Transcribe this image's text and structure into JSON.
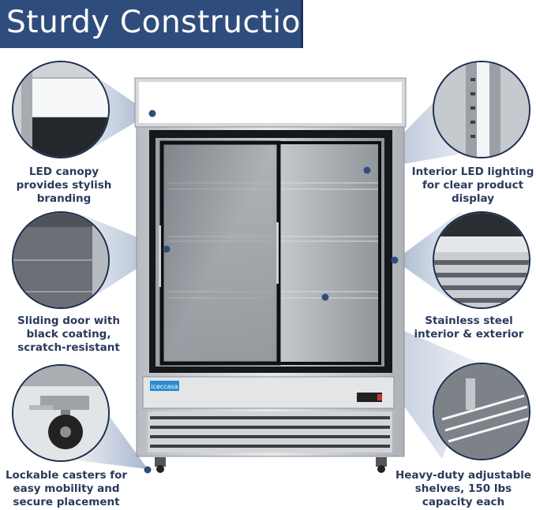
{
  "title": "Sturdy Construction:",
  "brand_logo": "iceccasa",
  "features": {
    "led_canopy": "LED canopy provides stylish branding",
    "sliding_door": "Sliding door with black coating, scratch-resistant",
    "casters": "Lockable casters for easy mobility and secure placement",
    "interior_lighting": "Interior LED lighting for clear product display",
    "stainless": "Stainless steel interior & exterior",
    "shelves": "Heavy-duty adjustable shelves, 150 lbs capacity each"
  },
  "colors": {
    "title_bar": "#2f4d7c",
    "label_text": "#2a3a5c",
    "callout_dot": "#2f4d7c",
    "callout_beam": "#9fb0ca"
  },
  "icons": [
    "callout-dot"
  ]
}
